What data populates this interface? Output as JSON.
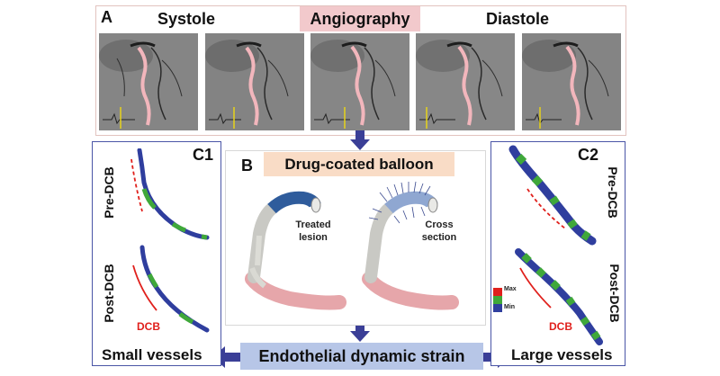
{
  "panel_a": {
    "letter": "A",
    "systole": "Systole",
    "title": "Angiography",
    "diastole": "Diastole",
    "frames": [
      "frame-1",
      "frame-2",
      "frame-3",
      "frame-4",
      "frame-5"
    ]
  },
  "panel_b": {
    "letter": "B",
    "title": "Drug-coated balloon",
    "treated_lesion": "Treated lesion",
    "cross_section": "Cross section"
  },
  "panel_c1": {
    "label": "C1",
    "pre": "Pre-DCB",
    "post": "Post-DCB",
    "dcb": "DCB"
  },
  "panel_c2": {
    "label": "C2",
    "pre": "Pre-DCB",
    "post": "Post-DCB",
    "dcb": "DCB",
    "legend_max": "Max",
    "legend_min": "Min"
  },
  "bottom": {
    "center": "Endothelial dynamic strain",
    "left": "Small vessels",
    "right": "Large vessels"
  },
  "colors": {
    "arrow": "#3b3f97",
    "vessel_blue": "#2f3e9e",
    "strain_green": "#3fa83a",
    "strain_red": "#e0201c",
    "model_pink": "#e8a7ab"
  }
}
